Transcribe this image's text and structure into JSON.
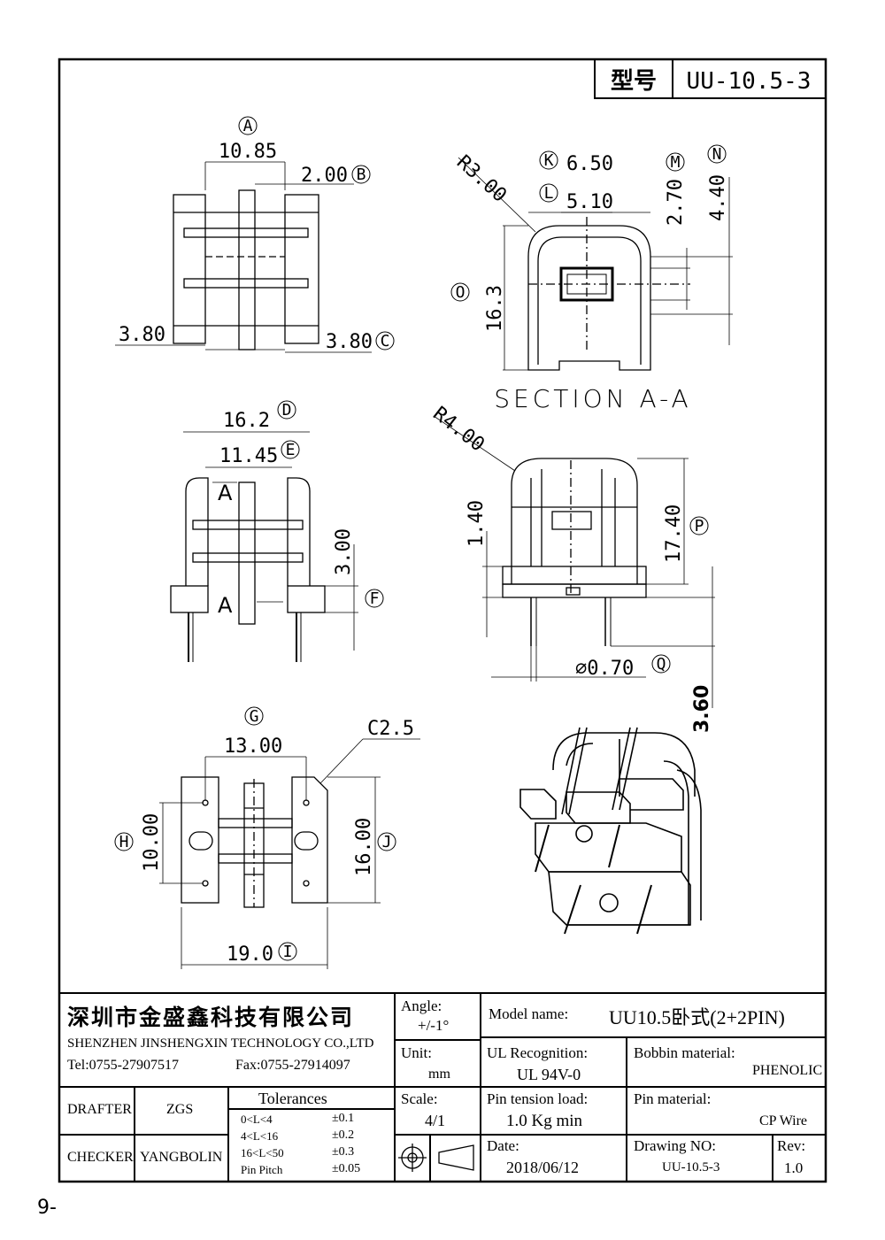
{
  "header": {
    "model_label": "型号",
    "model_value": "UU-10.5-3"
  },
  "drawing": {
    "top_view": {
      "A": "A",
      "B": "B",
      "C": "C",
      "dim_A": "10.85",
      "dim_B": "2.00",
      "dim_left": "3.80",
      "dim_C": "3.80"
    },
    "section": {
      "K": "K",
      "L": "L",
      "M": "M",
      "N": "N",
      "O": "O",
      "R": "R3.00",
      "dim_K": "6.50",
      "dim_L": "5.10",
      "dim_M": "2.70",
      "dim_N": "4.40",
      "dim_O": "16.3",
      "title": "SECTION A-A"
    },
    "front_view": {
      "D": "D",
      "E": "E",
      "F": "F",
      "dim_D": "16.2",
      "dim_E": "11.45",
      "dim_F": "3.00",
      "section_mark": "A"
    },
    "side_view": {
      "P": "P",
      "Q": "Q",
      "R": "R4.00",
      "dim_left": "1.40",
      "dim_P": "17.40",
      "dim_Q": "⌀0.70",
      "dim_pin": "3.60"
    },
    "bottom_view": {
      "G": "G",
      "H": "H",
      "I": "I",
      "J": "J",
      "dim_G": "13.00",
      "dim_H": "10.00",
      "dim_I": "19.0",
      "dim_J": "16.00",
      "chamfer": "C2.5"
    }
  },
  "title_block": {
    "company_cn": "深圳市金盛鑫科技有限公司",
    "company_en": "SHENZHEN JINSHENGXIN TECHNOLOGY CO.,LTD",
    "tel": "Tel:0755-27907517",
    "fax": "Fax:0755-27914097",
    "angle_label": "Angle:",
    "angle_value": "+/-1°",
    "model_name_label": "Model name:",
    "model_name_value": "UU10.5卧式(2+2PIN)",
    "unit_label": "Unit:",
    "unit_value": "mm",
    "ul_label": "UL Recognition:",
    "ul_value": "UL 94V-0",
    "bobbin_label": "Bobbin material:",
    "bobbin_value": "PHENOLIC",
    "drafter_label": "DRAFTER",
    "drafter_value": "ZGS",
    "tolerances_title": "Tolerances",
    "tolerances": [
      {
        "range": "0<L<4",
        "value": "±0.1"
      },
      {
        "range": "4<L<16",
        "value": "±0.2"
      },
      {
        "range": "16<L<50",
        "value": "±0.3"
      },
      {
        "range": "Pin Pitch",
        "value": "±0.05"
      }
    ],
    "scale_label": "Scale:",
    "scale_value": "4/1",
    "pin_tension_label": "Pin tension load:",
    "pin_tension_value": "1.0 Kg min",
    "pin_material_label": "Pin material:",
    "pin_material_value": "CP Wire",
    "checker_label": "CHECKER",
    "checker_value": "YANGBOLIN",
    "date_label": "Date:",
    "date_value": "2018/06/12",
    "drawing_no_label": "Drawing NO:",
    "drawing_no_value": "UU-10.5-3",
    "rev_label": "Rev:",
    "rev_value": "1.0"
  },
  "page_number": "9-"
}
